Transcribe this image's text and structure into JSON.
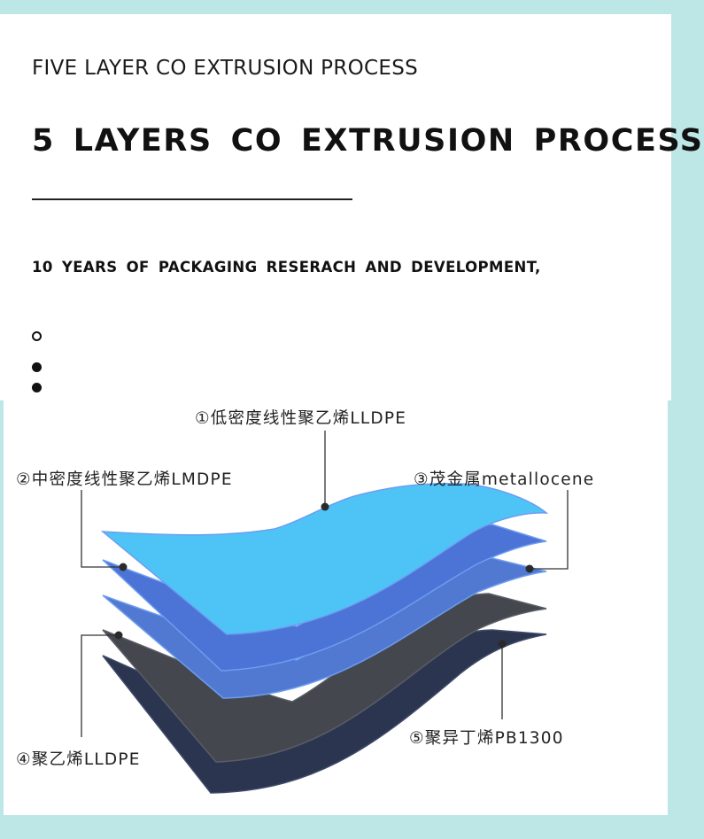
{
  "header": {
    "subtitle": "FIVE LAYER CO EXTRUSION PROCESS",
    "title": "5 LAYERS CO EXTRUSION PROCESS",
    "tagline": "10 YEARS OF PACKAGING RESERACH AND DEVELOPMENT,"
  },
  "colors": {
    "frame": "#bde6e7",
    "layer_1": "#4ec4f6",
    "layer_2": "#4b74d6",
    "layer_3": "#5179d2",
    "layer_4": "#45474f",
    "layer_5": "#2b3550",
    "edge": "#6d9df0"
  },
  "layers": [
    {
      "label": "①低密度线性聚乙烯LLDPE"
    },
    {
      "label": "②中密度线性聚乙烯LMDPE"
    },
    {
      "label": "③茂金属metallocene"
    },
    {
      "label": "④聚乙烯LLDPE"
    },
    {
      "label": "⑤聚异丁烯PB1300"
    }
  ]
}
